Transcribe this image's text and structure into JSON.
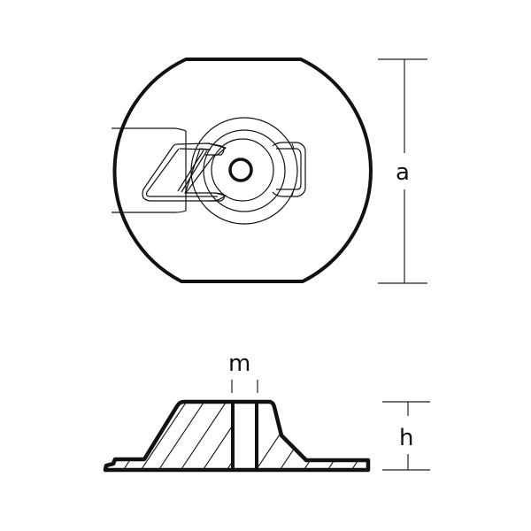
{
  "diagram": {
    "type": "technical-drawing",
    "subject": "anode",
    "views": [
      {
        "name": "top-view"
      },
      {
        "name": "side-section-view"
      }
    ],
    "dimensions": {
      "a": {
        "label": "a"
      },
      "m": {
        "label": "m"
      },
      "h": {
        "label": "h"
      }
    },
    "colors": {
      "stroke": "#111111",
      "background": "#ffffff"
    }
  }
}
